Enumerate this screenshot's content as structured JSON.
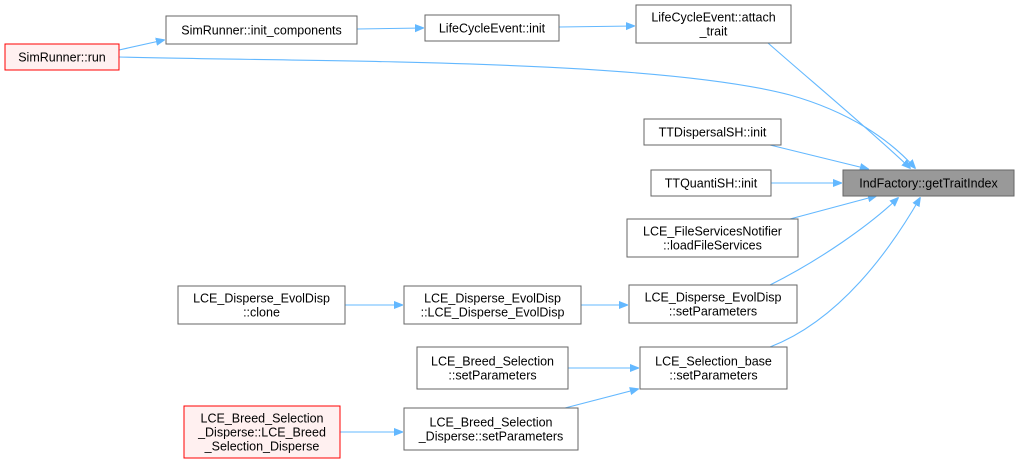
{
  "colors": {
    "edge": "#63b8ff",
    "node_border": "#666666",
    "root_node_border": "#ff0000",
    "focus_fill": "#999999"
  },
  "nodes": [
    {
      "id": "simrunner_run",
      "lines": [
        "SimRunner::run"
      ],
      "style": "red"
    },
    {
      "id": "simrunner_init_components",
      "lines": [
        "SimRunner::init_components"
      ],
      "style": "normal"
    },
    {
      "id": "lifecycleevent_init",
      "lines": [
        "LifeCycleEvent::init"
      ],
      "style": "normal"
    },
    {
      "id": "lifecycleevent_attach_trait",
      "lines": [
        "LifeCycleEvent::attach",
        "_trait"
      ],
      "style": "normal"
    },
    {
      "id": "ttdispersalsh_init",
      "lines": [
        "TTDispersalSH::init"
      ],
      "style": "normal"
    },
    {
      "id": "ttquantish_init",
      "lines": [
        "TTQuantiSH::init"
      ],
      "style": "normal"
    },
    {
      "id": "indfactory_gettraitindex",
      "lines": [
        "IndFactory::getTraitIndex"
      ],
      "style": "focus"
    },
    {
      "id": "lce_fileservicesnotifier_loadfileservices",
      "lines": [
        "LCE_FileServicesNotifier",
        "::loadFileServices"
      ],
      "style": "normal"
    },
    {
      "id": "lce_disperse_evoldisp_clone",
      "lines": [
        "LCE_Disperse_EvolDisp",
        "::clone"
      ],
      "style": "normal"
    },
    {
      "id": "lce_disperse_evoldisp_ctor",
      "lines": [
        "LCE_Disperse_EvolDisp",
        "::LCE_Disperse_EvolDisp"
      ],
      "style": "normal"
    },
    {
      "id": "lce_disperse_evoldisp_setparameters",
      "lines": [
        "LCE_Disperse_EvolDisp",
        "::setParameters"
      ],
      "style": "normal"
    },
    {
      "id": "lce_breed_selection_setparameters",
      "lines": [
        "LCE_Breed_Selection",
        "::setParameters"
      ],
      "style": "normal"
    },
    {
      "id": "lce_selection_base_setparameters",
      "lines": [
        "LCE_Selection_base",
        "::setParameters"
      ],
      "style": "normal"
    },
    {
      "id": "lce_breed_selection_disperse_ctor",
      "lines": [
        "LCE_Breed_Selection",
        "_Disperse::LCE_Breed",
        "_Selection_Disperse"
      ],
      "style": "red"
    },
    {
      "id": "lce_breed_selection_disperse_setparameters",
      "lines": [
        "LCE_Breed_Selection",
        "_Disperse::setParameters"
      ],
      "style": "normal"
    }
  ],
  "edges": [
    {
      "from": "simrunner_run",
      "to": "simrunner_init_components"
    },
    {
      "from": "simrunner_init_components",
      "to": "lifecycleevent_init"
    },
    {
      "from": "lifecycleevent_init",
      "to": "lifecycleevent_attach_trait"
    },
    {
      "from": "lifecycleevent_attach_trait",
      "to": "indfactory_gettraitindex"
    },
    {
      "from": "simrunner_run",
      "to": "indfactory_gettraitindex"
    },
    {
      "from": "ttdispersalsh_init",
      "to": "indfactory_gettraitindex"
    },
    {
      "from": "ttquantish_init",
      "to": "indfactory_gettraitindex"
    },
    {
      "from": "lce_fileservicesnotifier_loadfileservices",
      "to": "indfactory_gettraitindex"
    },
    {
      "from": "lce_disperse_evoldisp_setparameters",
      "to": "indfactory_gettraitindex"
    },
    {
      "from": "lce_selection_base_setparameters",
      "to": "indfactory_gettraitindex"
    },
    {
      "from": "lce_disperse_evoldisp_clone",
      "to": "lce_disperse_evoldisp_ctor"
    },
    {
      "from": "lce_disperse_evoldisp_ctor",
      "to": "lce_disperse_evoldisp_setparameters"
    },
    {
      "from": "lce_breed_selection_setparameters",
      "to": "lce_selection_base_setparameters"
    },
    {
      "from": "lce_breed_selection_disperse_setparameters",
      "to": "lce_selection_base_setparameters"
    },
    {
      "from": "lce_breed_selection_disperse_ctor",
      "to": "lce_breed_selection_disperse_setparameters"
    }
  ]
}
